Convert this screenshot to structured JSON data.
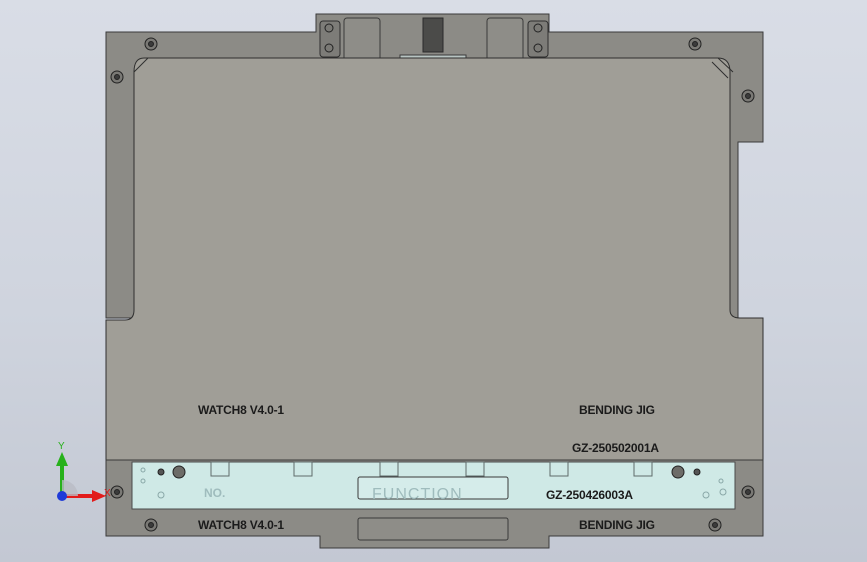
{
  "colors": {
    "viewport_top": "#d9dde6",
    "viewport_bottom": "#c3c8d3",
    "plate": "#a09e97",
    "frame": "#8c8b86",
    "edge": "#3a3a3a",
    "insert": "#cfe9e6",
    "axis_x": "#e21b1b",
    "axis_y": "#27b11b",
    "axis_z": "#1e3ad8"
  },
  "labels": {
    "top_left": "WATCH8 V4.0-1",
    "top_right": "BENDING JIG",
    "part_number_upper": "GZ-250502001A",
    "part_number_lower": "GZ-250426003A",
    "bottom_left": "WATCH8 V4.0-1",
    "bottom_right": "BENDING JIG",
    "insert_no": "NO.",
    "insert_function": "FUNCTION"
  },
  "triad": {
    "y_label": "Y",
    "x_label": "X",
    "icon": "coordinate-triad-icon"
  }
}
